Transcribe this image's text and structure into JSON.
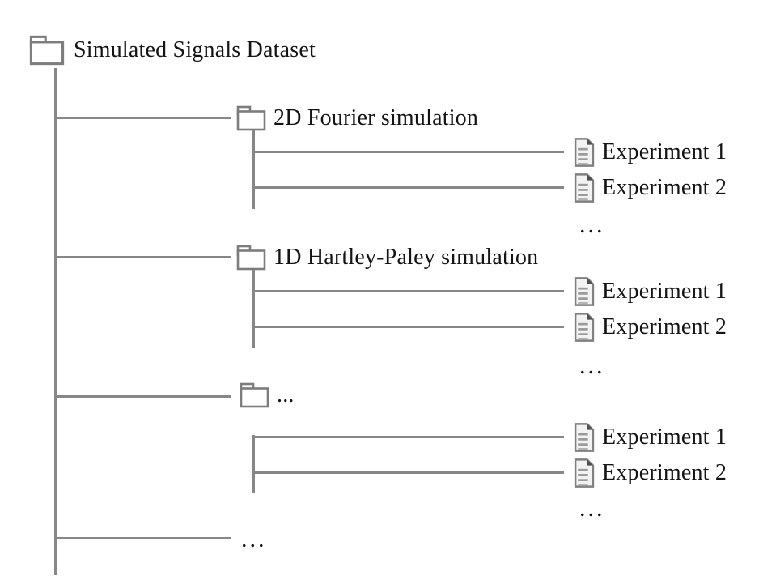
{
  "diagram": {
    "title_node": {
      "label": "Simulated Signals Dataset"
    },
    "folders": [
      {
        "label": "2D Fourier simulation",
        "experiments": [
          "Experiment 1",
          "Experiment 2"
        ],
        "more_label": "..."
      },
      {
        "label": "1D Hartley-Paley simulation",
        "experiments": [
          "Experiment 1",
          "Experiment 2"
        ],
        "more_label": "..."
      },
      {
        "label": "...",
        "experiments": [
          "Experiment 1",
          "Experiment 2"
        ],
        "more_label": "..."
      }
    ],
    "more_folders_label": "...",
    "colors": {
      "connector_line": "#878787",
      "icon_stroke": "#7d7d7d",
      "text": "#141414",
      "document_fill": "#f2f2f2",
      "document_fold": "#4f4f4f"
    }
  }
}
